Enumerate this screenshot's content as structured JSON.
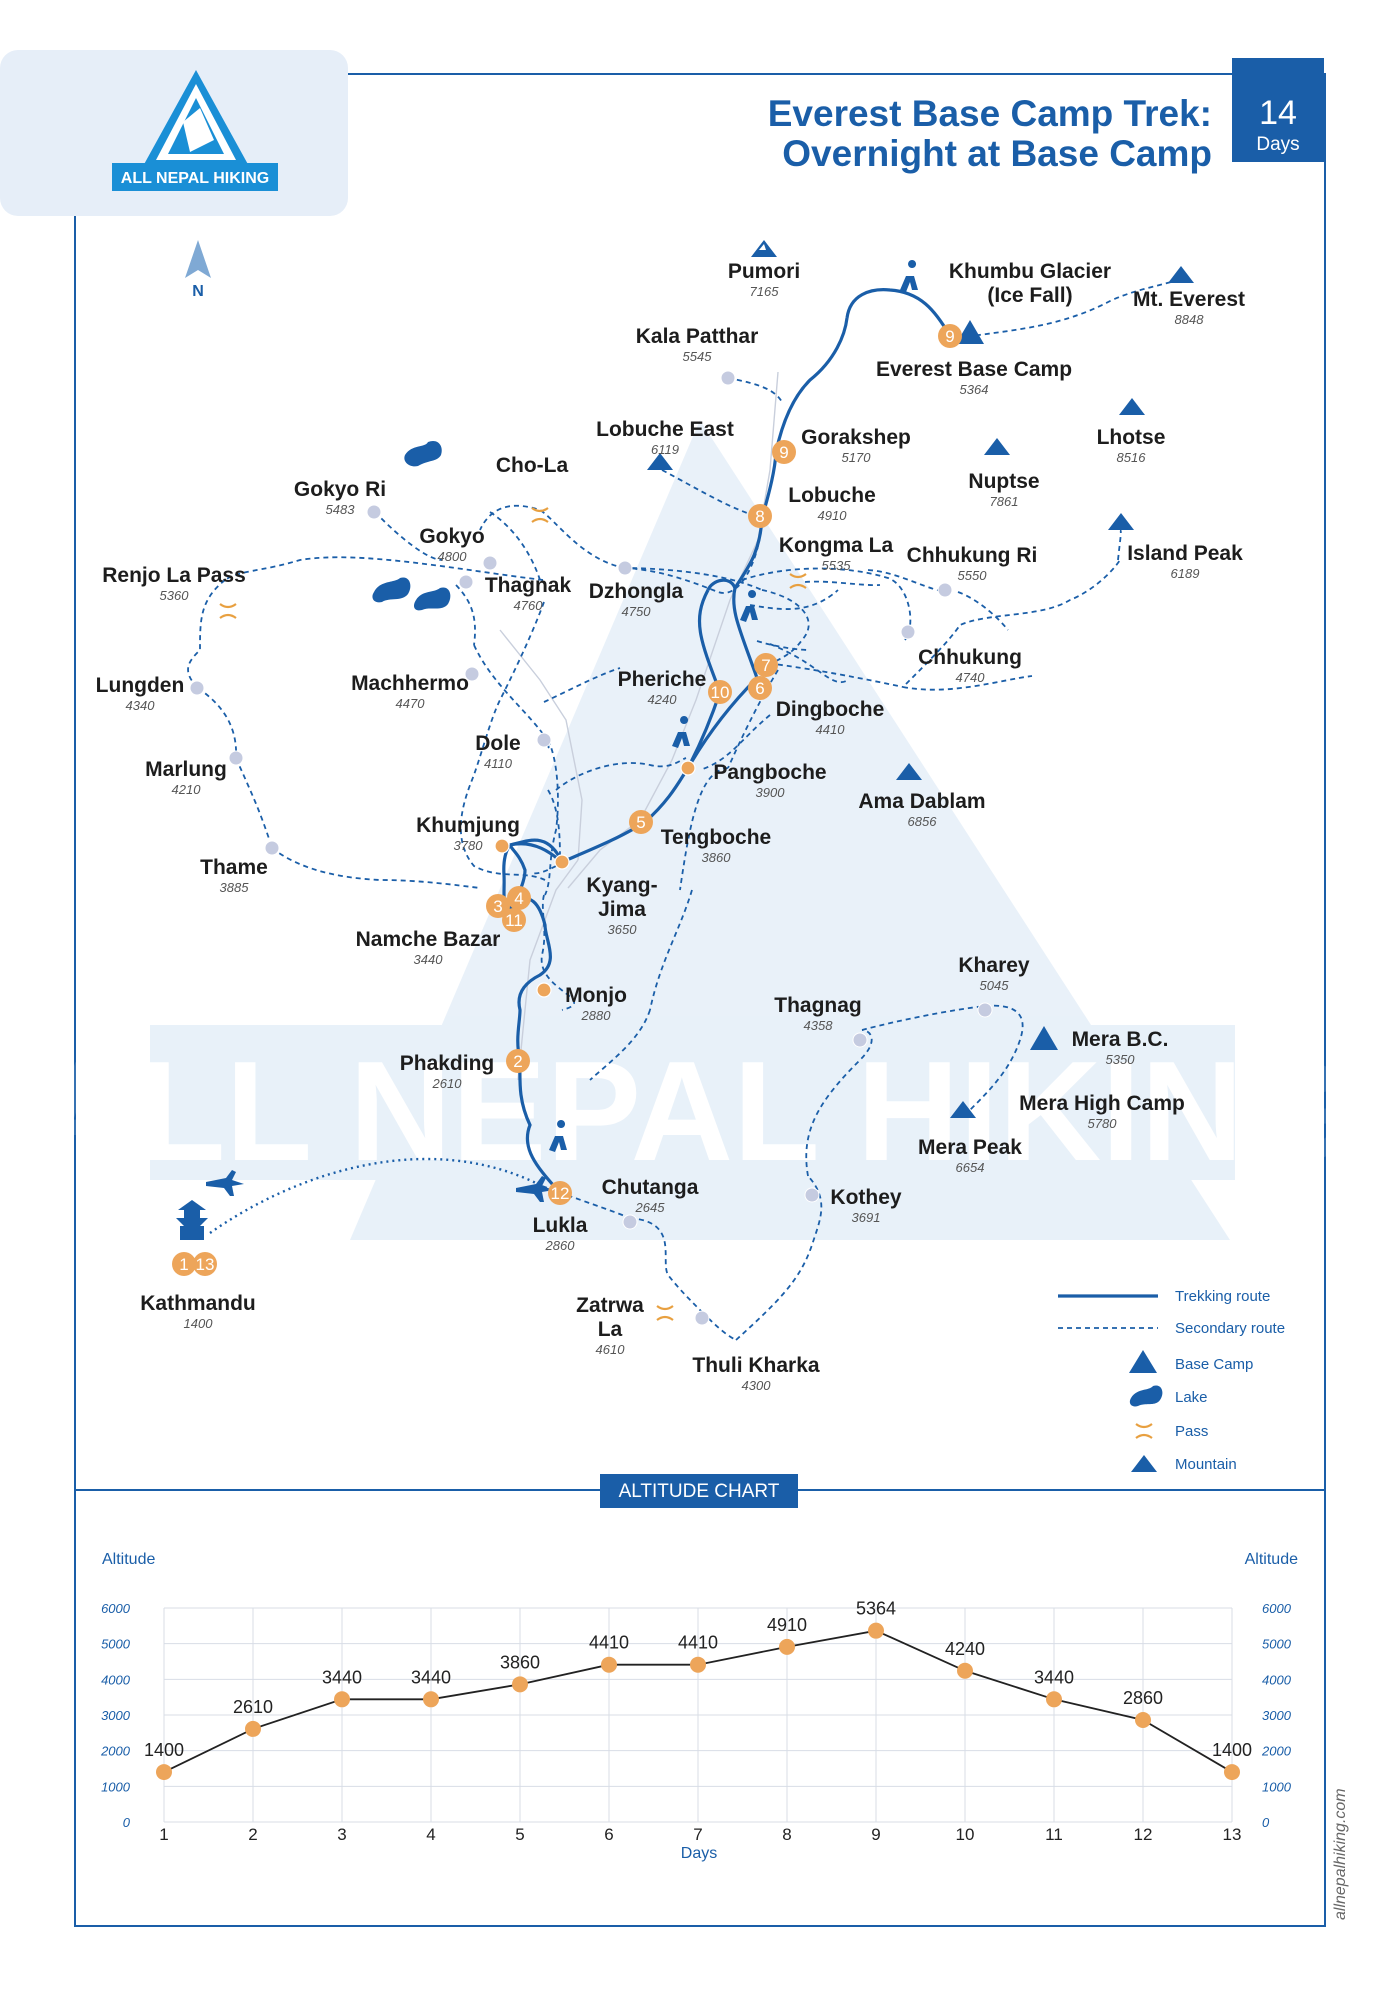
{
  "header": {
    "title_line1": "Everest Base Camp Trek:",
    "title_line2": "Overnight at Base Camp",
    "days_number": "14",
    "days_label": "Days",
    "logo_text": "ALL NEPAL HIKING"
  },
  "colors": {
    "primary": "#1a5ea8",
    "accent": "#eda55a",
    "pass": "#e8a040",
    "dot": "#c5cbe0",
    "panel": "#e6eef8"
  },
  "compass": "N",
  "places": {
    "pumori": {
      "name": "Pumori",
      "alt": "7165"
    },
    "khumbu_glacier": {
      "name1": "Khumbu Glacier",
      "name2": "(Ice Fall)"
    },
    "mt_everest": {
      "name": "Mt. Everest",
      "alt": "8848"
    },
    "kala_patthar": {
      "name": "Kala Patthar",
      "alt": "5545"
    },
    "everest_base_camp": {
      "name": "Everest Base Camp",
      "alt": "5364"
    },
    "lobuche_east": {
      "name": "Lobuche East",
      "alt": "6119"
    },
    "gorakshep": {
      "name": "Gorakshep",
      "alt": "5170"
    },
    "lhotse": {
      "name": "Lhotse",
      "alt": "8516"
    },
    "cho_la": {
      "name": "Cho-La"
    },
    "nuptse": {
      "name": "Nuptse",
      "alt": "7861"
    },
    "gokyo_ri": {
      "name": "Gokyo Ri",
      "alt": "5483"
    },
    "lobuche": {
      "name": "Lobuche",
      "alt": "4910"
    },
    "gokyo": {
      "name": "Gokyo",
      "alt": "4800"
    },
    "kongma_la": {
      "name": "Kongma La",
      "alt": "5535"
    },
    "chhukung_ri": {
      "name": "Chhukung Ri",
      "alt": "5550"
    },
    "island_peak": {
      "name": "Island Peak",
      "alt": "6189"
    },
    "renjo_la": {
      "name": "Renjo La Pass",
      "alt": "5360"
    },
    "thagnak": {
      "name": "Thagnak",
      "alt": "4760"
    },
    "dzhongla": {
      "name": "Dzhongla",
      "alt": "4750"
    },
    "chhukung": {
      "name": "Chhukung",
      "alt": "4740"
    },
    "lungden": {
      "name": "Lungden",
      "alt": "4340"
    },
    "machhermo": {
      "name": "Machhermo",
      "alt": "4470"
    },
    "pheriche": {
      "name": "Pheriche",
      "alt": "4240"
    },
    "dingboche": {
      "name": "Dingboche",
      "alt": "4410"
    },
    "dole": {
      "name": "Dole",
      "alt": "4110"
    },
    "marlung": {
      "name": "Marlung",
      "alt": "4210"
    },
    "pangboche": {
      "name": "Pangboche",
      "alt": "3900"
    },
    "ama_dablam": {
      "name": "Ama Dablam",
      "alt": "6856"
    },
    "khumjung": {
      "name": "Khumjung",
      "alt": "3780"
    },
    "tengboche": {
      "name": "Tengboche",
      "alt": "3860"
    },
    "thame": {
      "name": "Thame",
      "alt": "3885"
    },
    "kyangjima": {
      "name1": "Kyang-",
      "name2": "Jima",
      "alt": "3650"
    },
    "namche": {
      "name": "Namche Bazar",
      "alt": "3440"
    },
    "kharey": {
      "name": "Kharey",
      "alt": "5045"
    },
    "monjo": {
      "name": "Monjo",
      "alt": "2880"
    },
    "thagnag": {
      "name": "Thagnag",
      "alt": "4358"
    },
    "mera_bc": {
      "name": "Mera B.C.",
      "alt": "5350"
    },
    "phakding": {
      "name": "Phakding",
      "alt": "2610"
    },
    "mera_high_camp": {
      "name": "Mera High Camp",
      "alt": "5780"
    },
    "mera_peak": {
      "name": "Mera Peak",
      "alt": "6654"
    },
    "chutanga": {
      "name": "Chutanga",
      "alt": "2645"
    },
    "kothey": {
      "name": "Kothey",
      "alt": "3691"
    },
    "lukla": {
      "name": "Lukla",
      "alt": "2860"
    },
    "kathmandu": {
      "name": "Kathmandu",
      "alt": "1400"
    },
    "zatrwa_la": {
      "name1": "Zatrwa",
      "name2": "La",
      "alt": "4610"
    },
    "thuli_kharka": {
      "name": "Thuli Kharka",
      "alt": "4300"
    }
  },
  "day_markers": {
    "d1": "1",
    "d2": "2",
    "d3": "3",
    "d4": "4",
    "d5": "5",
    "d6": "6",
    "d7": "7",
    "d8": "8",
    "d9a": "9",
    "d9b": "9",
    "d10": "10",
    "d11": "11",
    "d12": "12",
    "d13": "13"
  },
  "legend": {
    "trekking_route": "Trekking route",
    "secondary_route": "Secondary route",
    "base_camp": "Base Camp",
    "lake": "Lake",
    "pass": "Pass",
    "mountain": "Mountain"
  },
  "watermark": "ALL NEPAL HIKING",
  "website": "allnepalhiking.com",
  "chart_data": {
    "type": "line",
    "title": "ALTITUDE CHART",
    "xlabel": "Days",
    "ylabel": "Altitude",
    "ylabel_right": "Altitude",
    "x": [
      1,
      2,
      3,
      4,
      5,
      6,
      7,
      8,
      9,
      10,
      11,
      12,
      13
    ],
    "values": [
      1400,
      2610,
      3440,
      3440,
      3860,
      4410,
      4410,
      4910,
      5364,
      4240,
      3440,
      2860,
      1400
    ],
    "ylim": [
      0,
      6000
    ],
    "yticks": [
      0,
      1000,
      2000,
      3000,
      4000,
      5000,
      6000
    ],
    "grid": true,
    "line_color": "#222222",
    "marker_color": "#eda55a"
  }
}
